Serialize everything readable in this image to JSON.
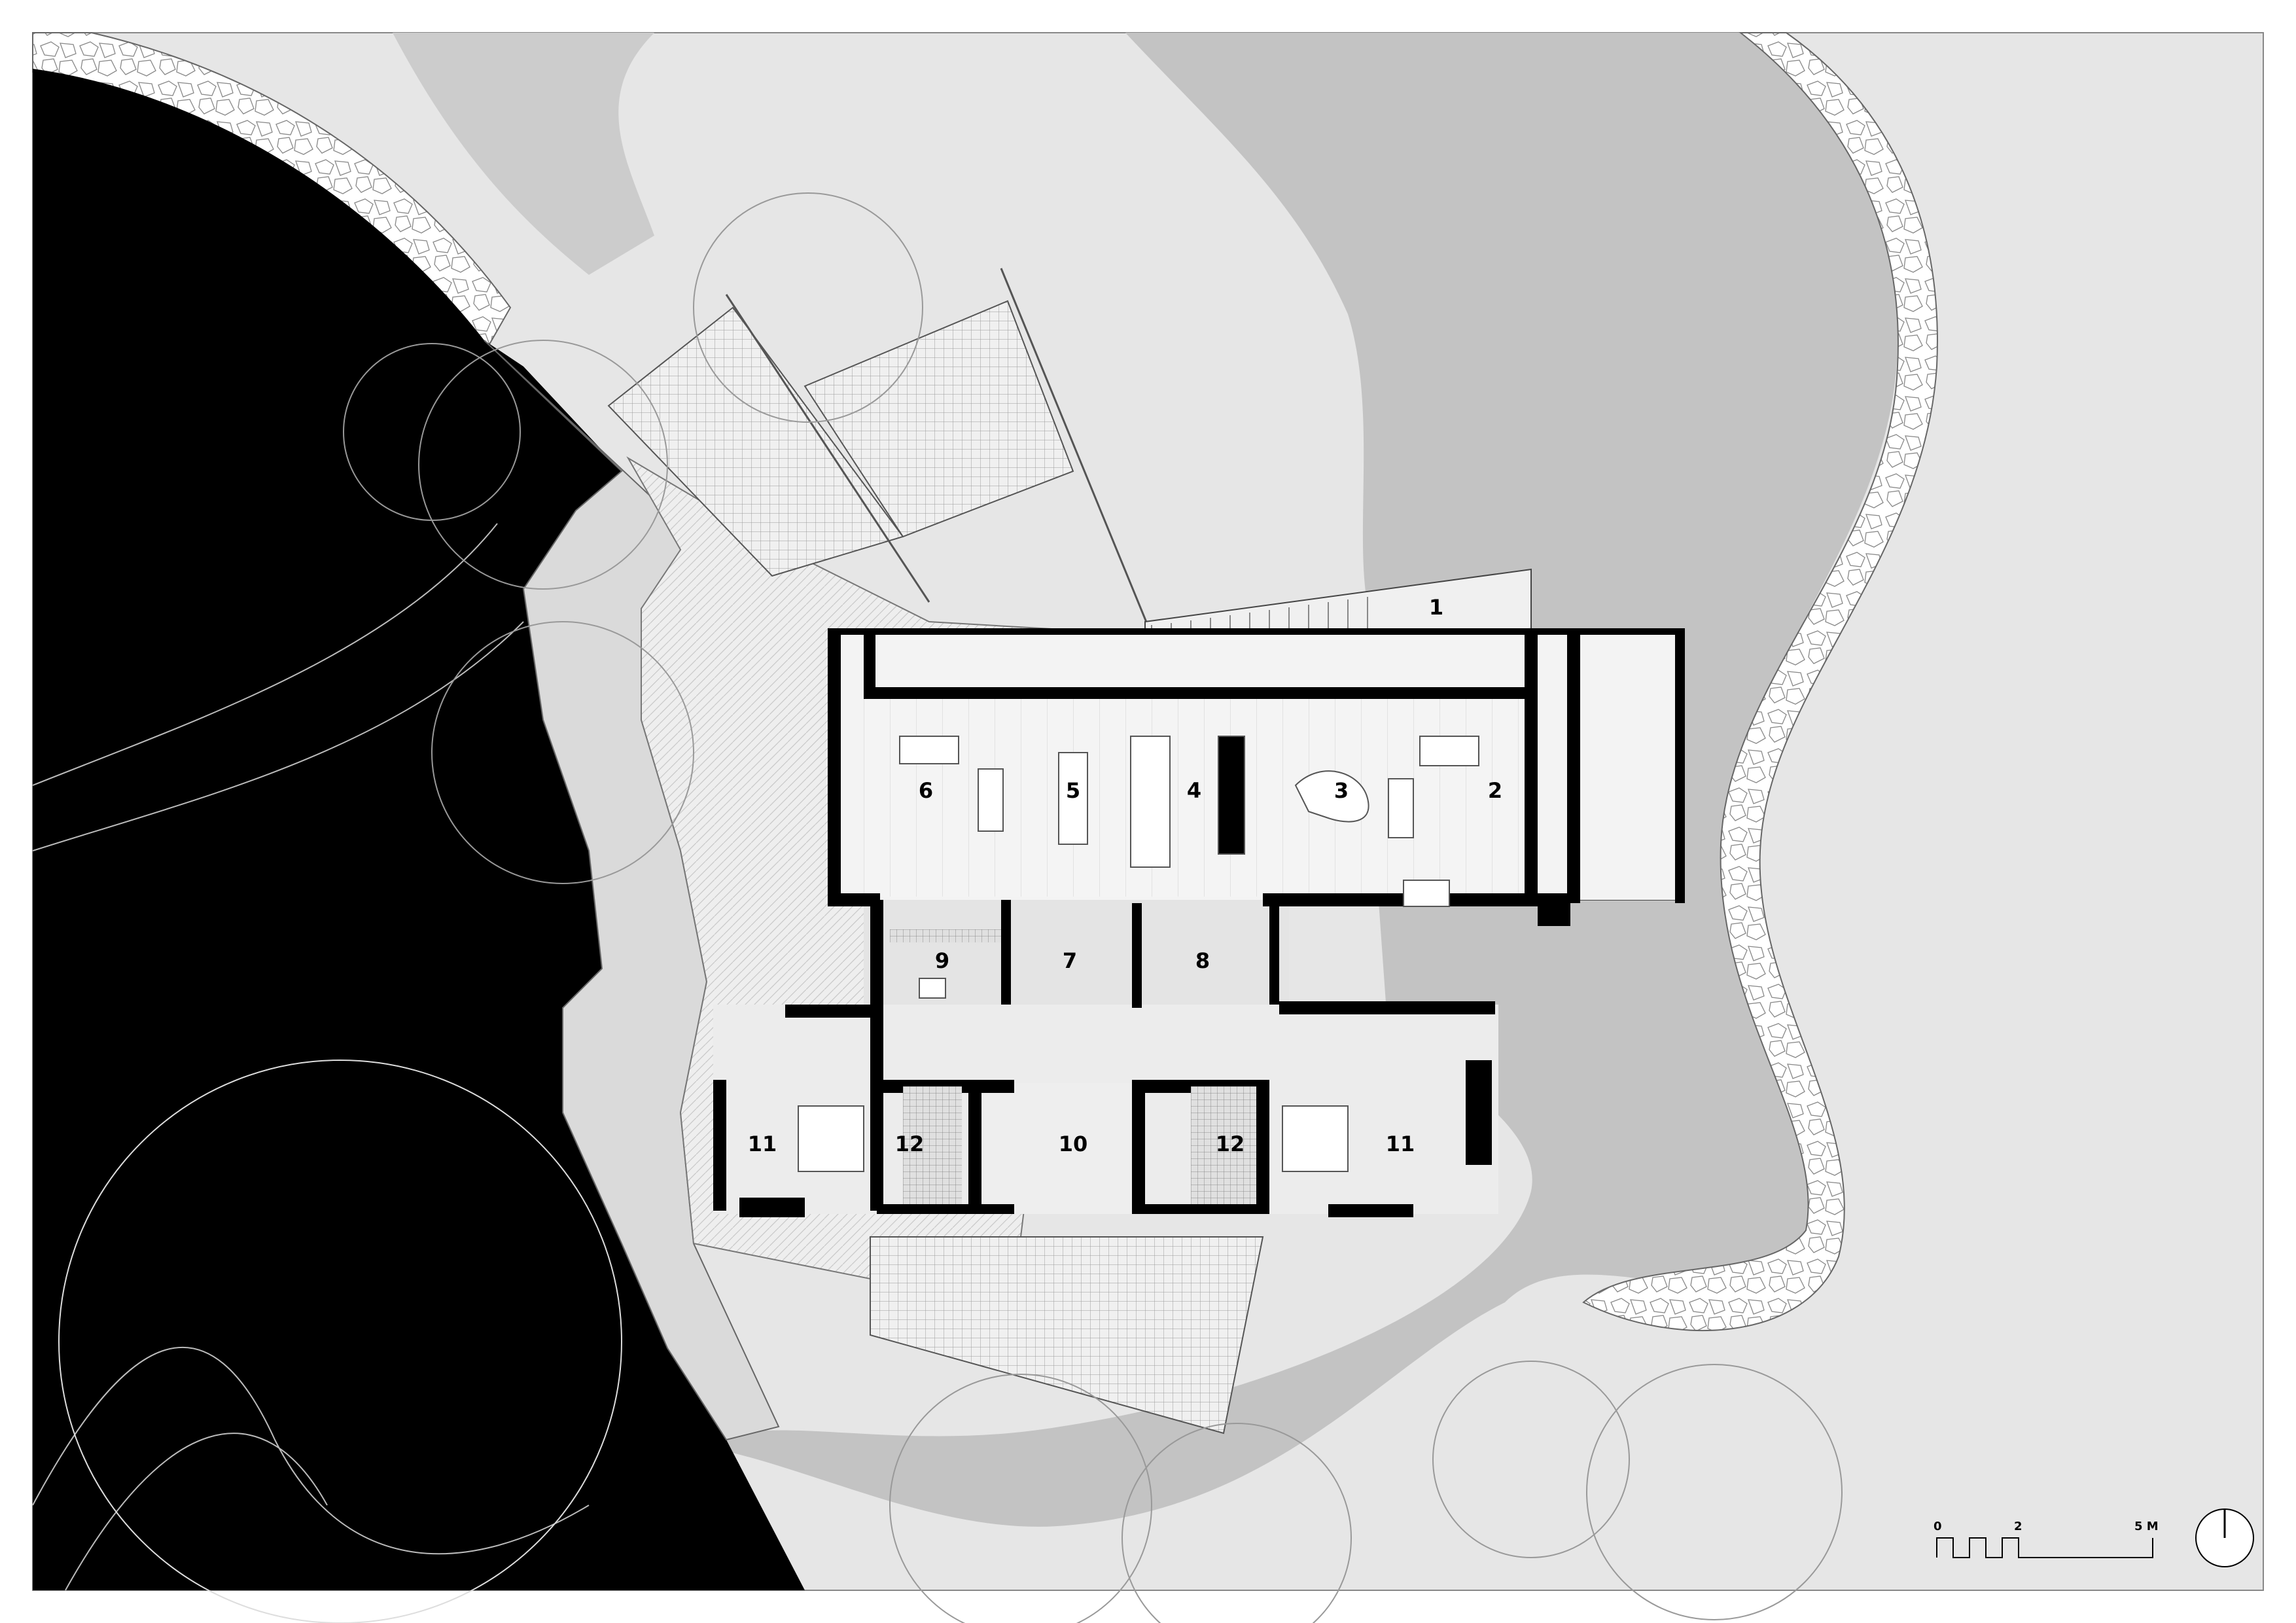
{
  "rooms": [
    {
      "id": "room-1",
      "label": "1"
    },
    {
      "id": "room-2",
      "label": "2"
    },
    {
      "id": "room-3",
      "label": "3"
    },
    {
      "id": "room-4",
      "label": "4"
    },
    {
      "id": "room-5",
      "label": "5"
    },
    {
      "id": "room-6",
      "label": "6"
    },
    {
      "id": "room-7",
      "label": "7"
    },
    {
      "id": "room-8",
      "label": "8"
    },
    {
      "id": "room-9",
      "label": "9"
    },
    {
      "id": "room-10",
      "label": "10"
    },
    {
      "id": "room-11-left",
      "label": "11"
    },
    {
      "id": "room-12-left",
      "label": "12"
    },
    {
      "id": "room-12-right",
      "label": "12"
    },
    {
      "id": "room-11-right",
      "label": "11"
    }
  ],
  "scale_bar": {
    "label_0": "0",
    "label_2": "2",
    "label_5": "5 M"
  },
  "colors": {
    "black_area": "#000000",
    "light_ground": "#e6e6e6",
    "mid_ground": "#c3c3c3",
    "paving": "#ededed",
    "house_floor": "#f3f3f3",
    "wall": "#000000"
  }
}
